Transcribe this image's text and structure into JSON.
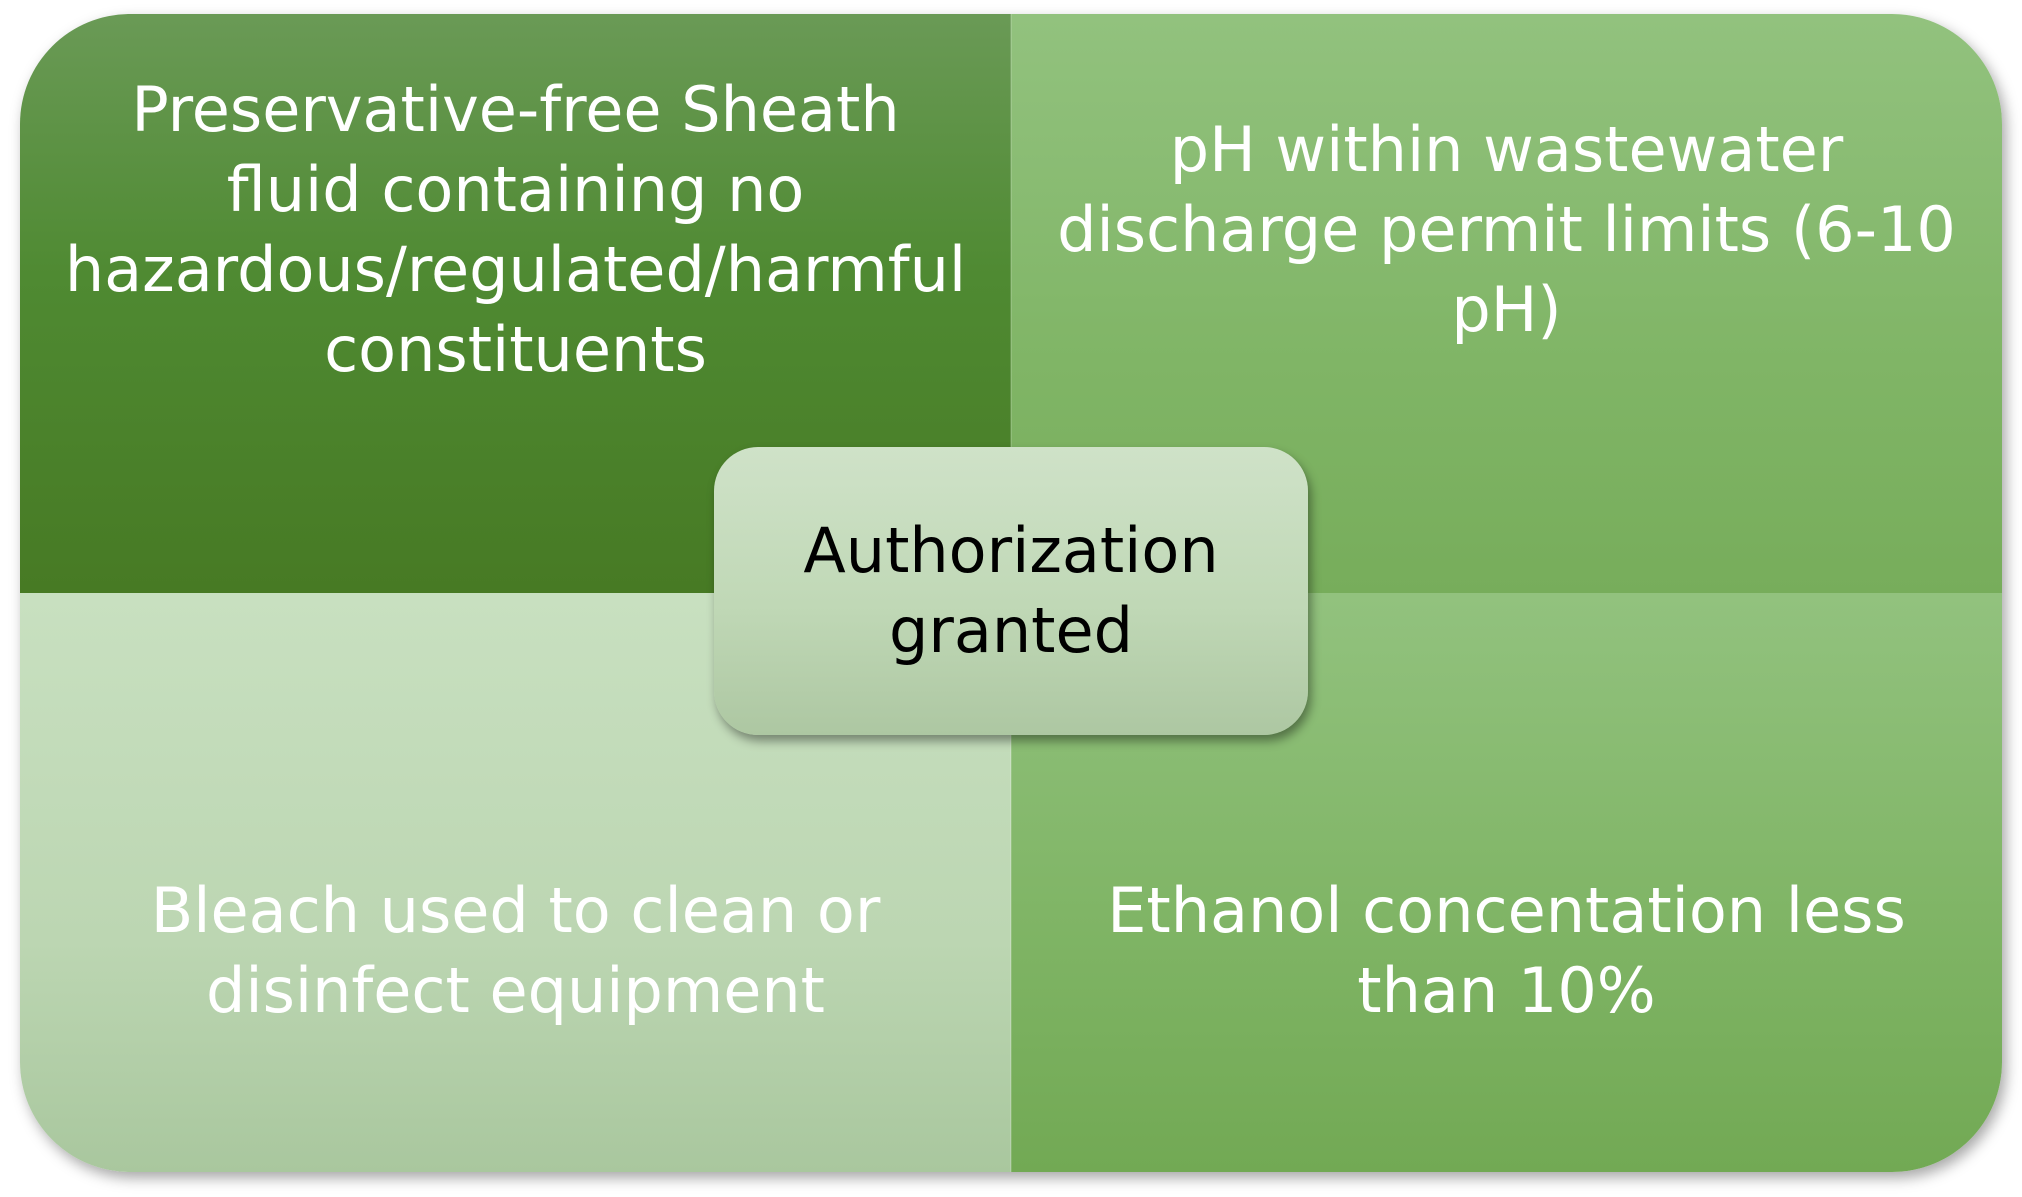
{
  "center": {
    "label": "Authorization granted"
  },
  "quadrants": {
    "top_left": "Preservative-free Sheath fluid containing no hazardous/regulated/harmful constituents",
    "top_right": "pH within wastewater discharge permit limits (6-10 pH)",
    "bottom_left": "Bleach used to clean or disinfect equipment",
    "bottom_right": "Ethanol concentation less than 10%"
  },
  "colors": {
    "top_left": "#4f8a32",
    "top_right": "#80b566",
    "bottom_left": "#bcd6b2",
    "bottom_right": "#80b566",
    "center": "#c0d8b6"
  }
}
